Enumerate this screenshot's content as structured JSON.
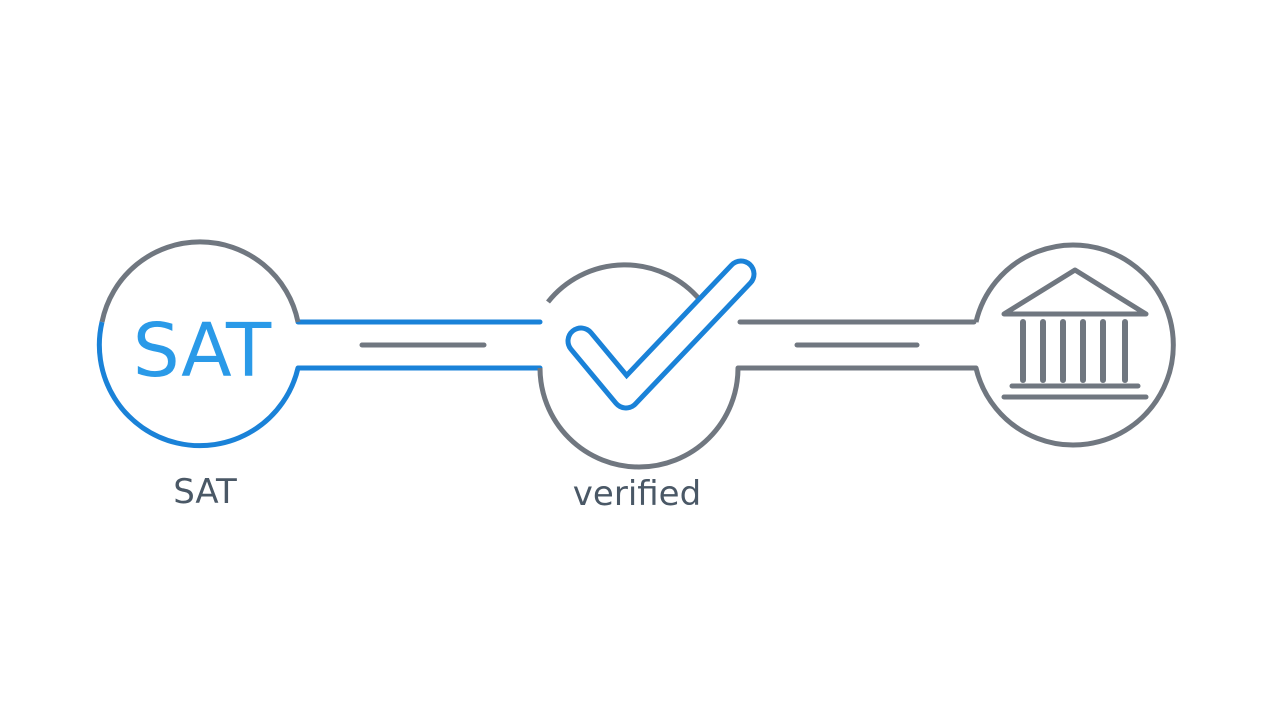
{
  "colors": {
    "accent": "#1a82d8",
    "accent_text": "#2a9ae8",
    "outline": "#707780",
    "caption": "#4a5866",
    "background": "#ffffff"
  },
  "steps": [
    {
      "id": "sat",
      "icon": "sat-badge-icon",
      "badge_text": "SAT",
      "caption": "SAT",
      "active": true
    },
    {
      "id": "verified",
      "icon": "checkmark-icon",
      "caption": "verified",
      "active": true
    },
    {
      "id": "bank",
      "icon": "bank-building-icon",
      "active": false
    }
  ]
}
